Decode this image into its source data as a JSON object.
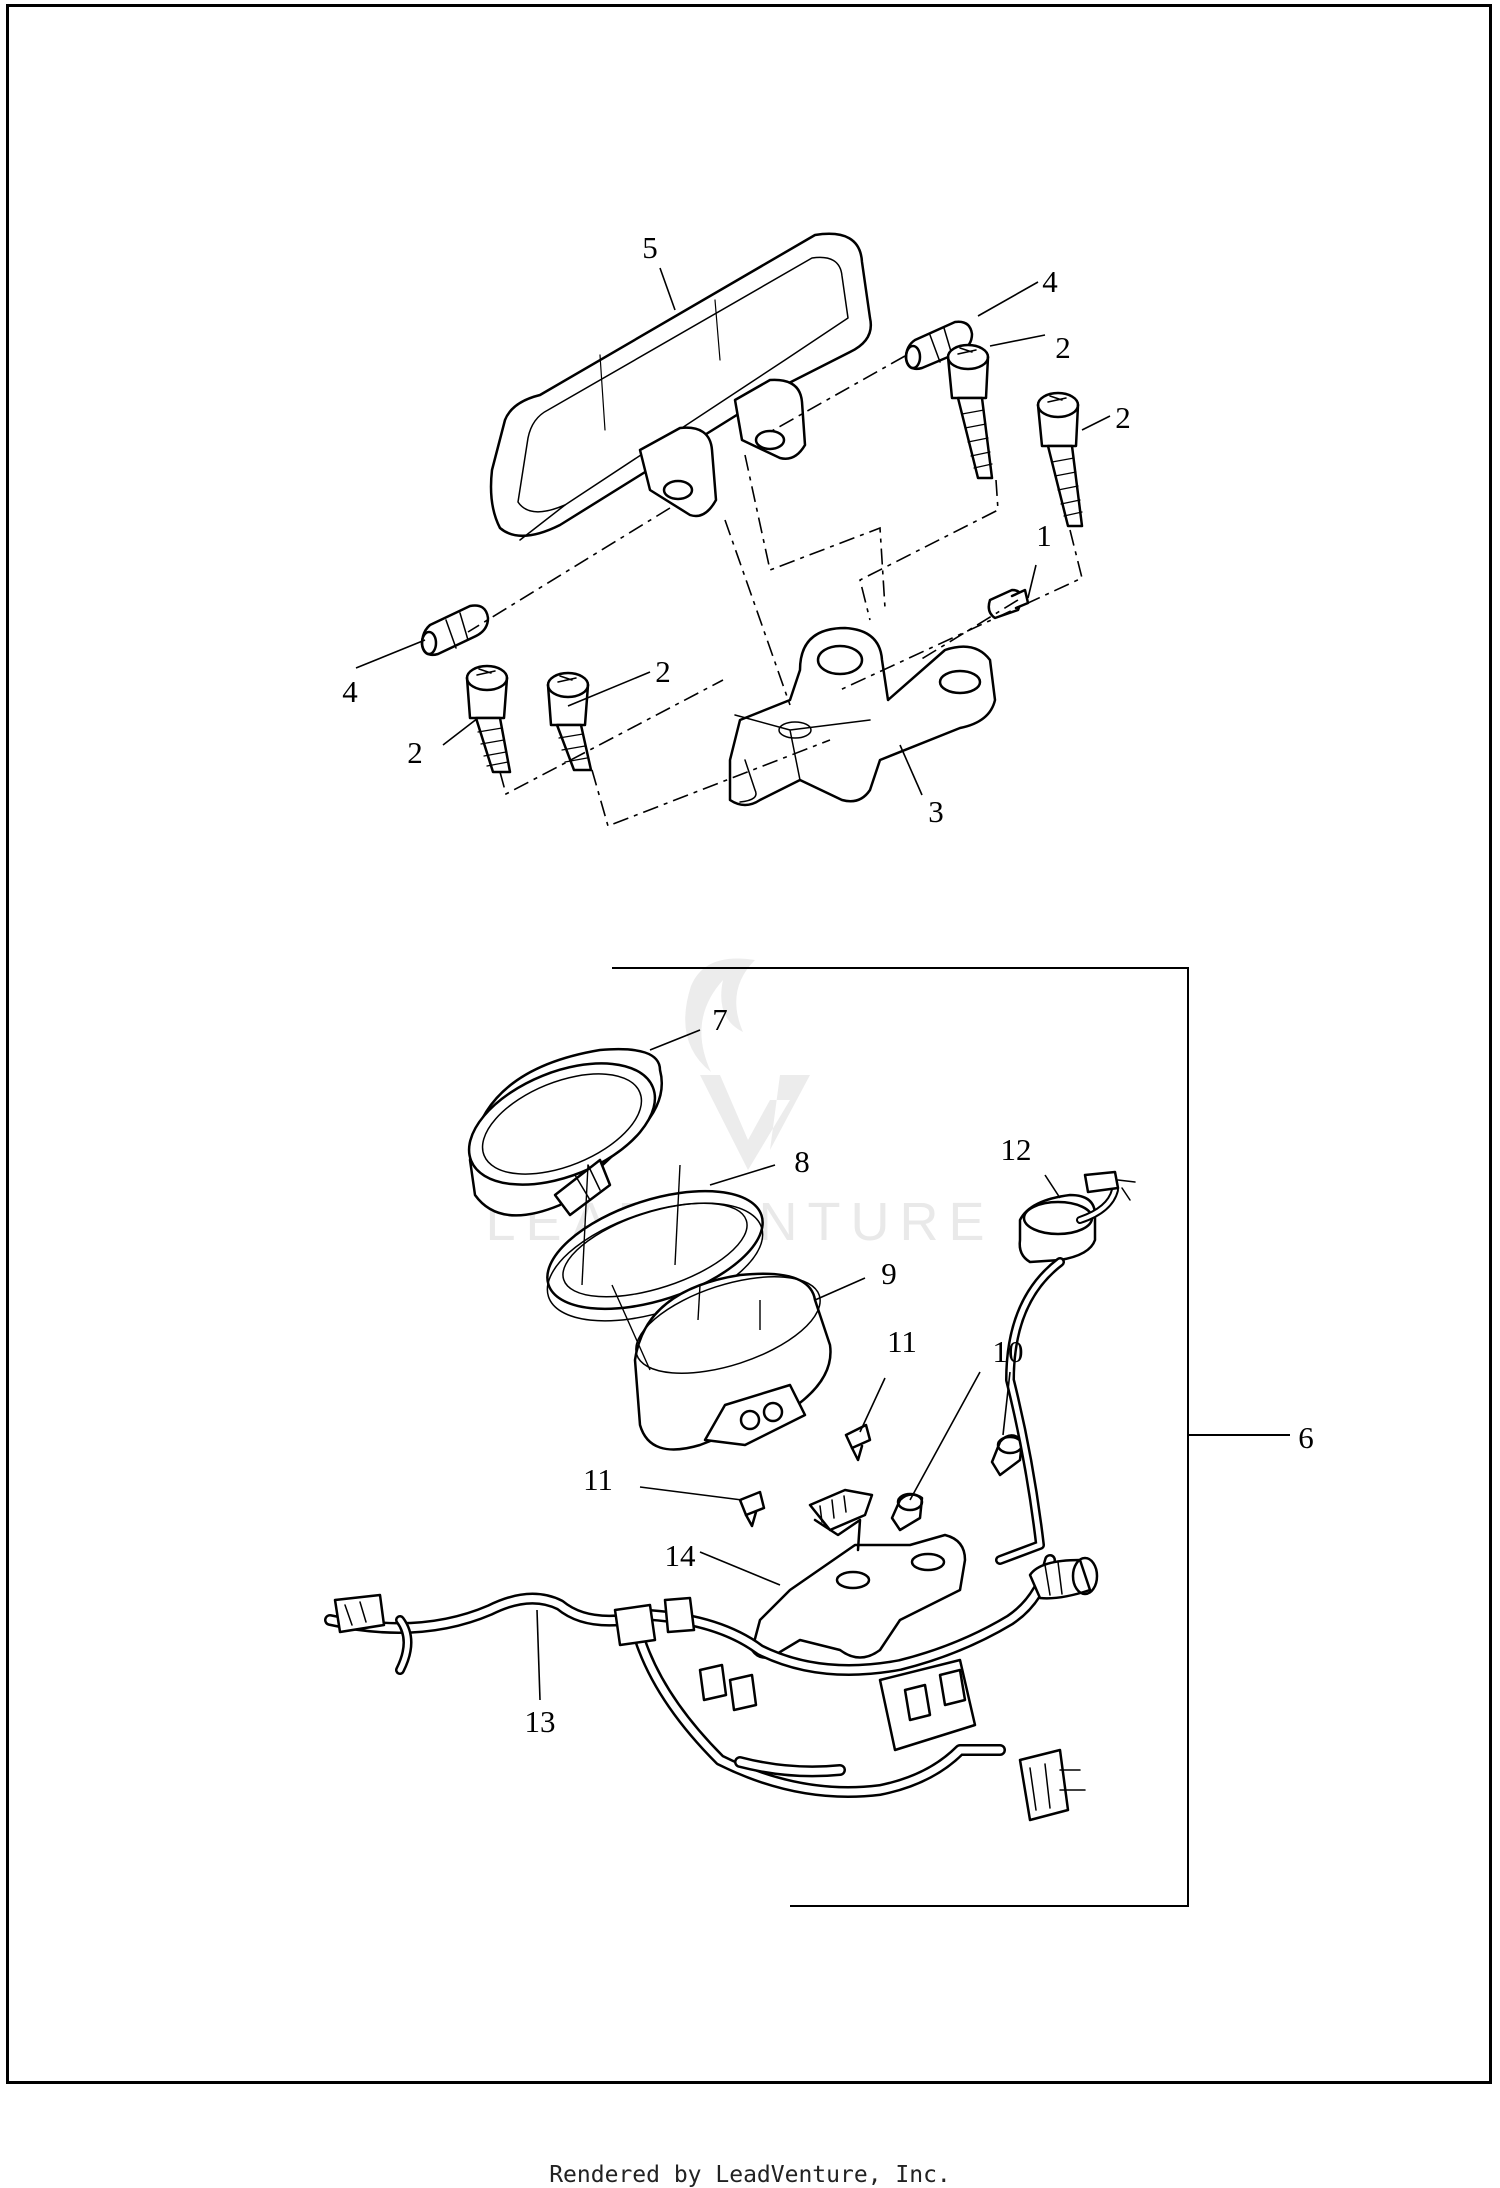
{
  "diagram": {
    "callouts": {
      "c1": "1",
      "c2a": "2",
      "c2b": "2",
      "c2c": "2",
      "c2d": "2",
      "c3": "3",
      "c4a": "4",
      "c4b": "4",
      "c5": "5",
      "c6": "6",
      "c7": "7",
      "c8": "8",
      "c9": "9",
      "c10": "10",
      "c11a": "11",
      "c11b": "11",
      "c12": "12",
      "c13": "13",
      "c14": "14"
    },
    "watermark": {
      "text": "LEADVENTURE",
      "color": "#e9e9e9"
    },
    "line_color": "#000000"
  },
  "footer": {
    "text": "Rendered by LeadVenture, Inc."
  }
}
